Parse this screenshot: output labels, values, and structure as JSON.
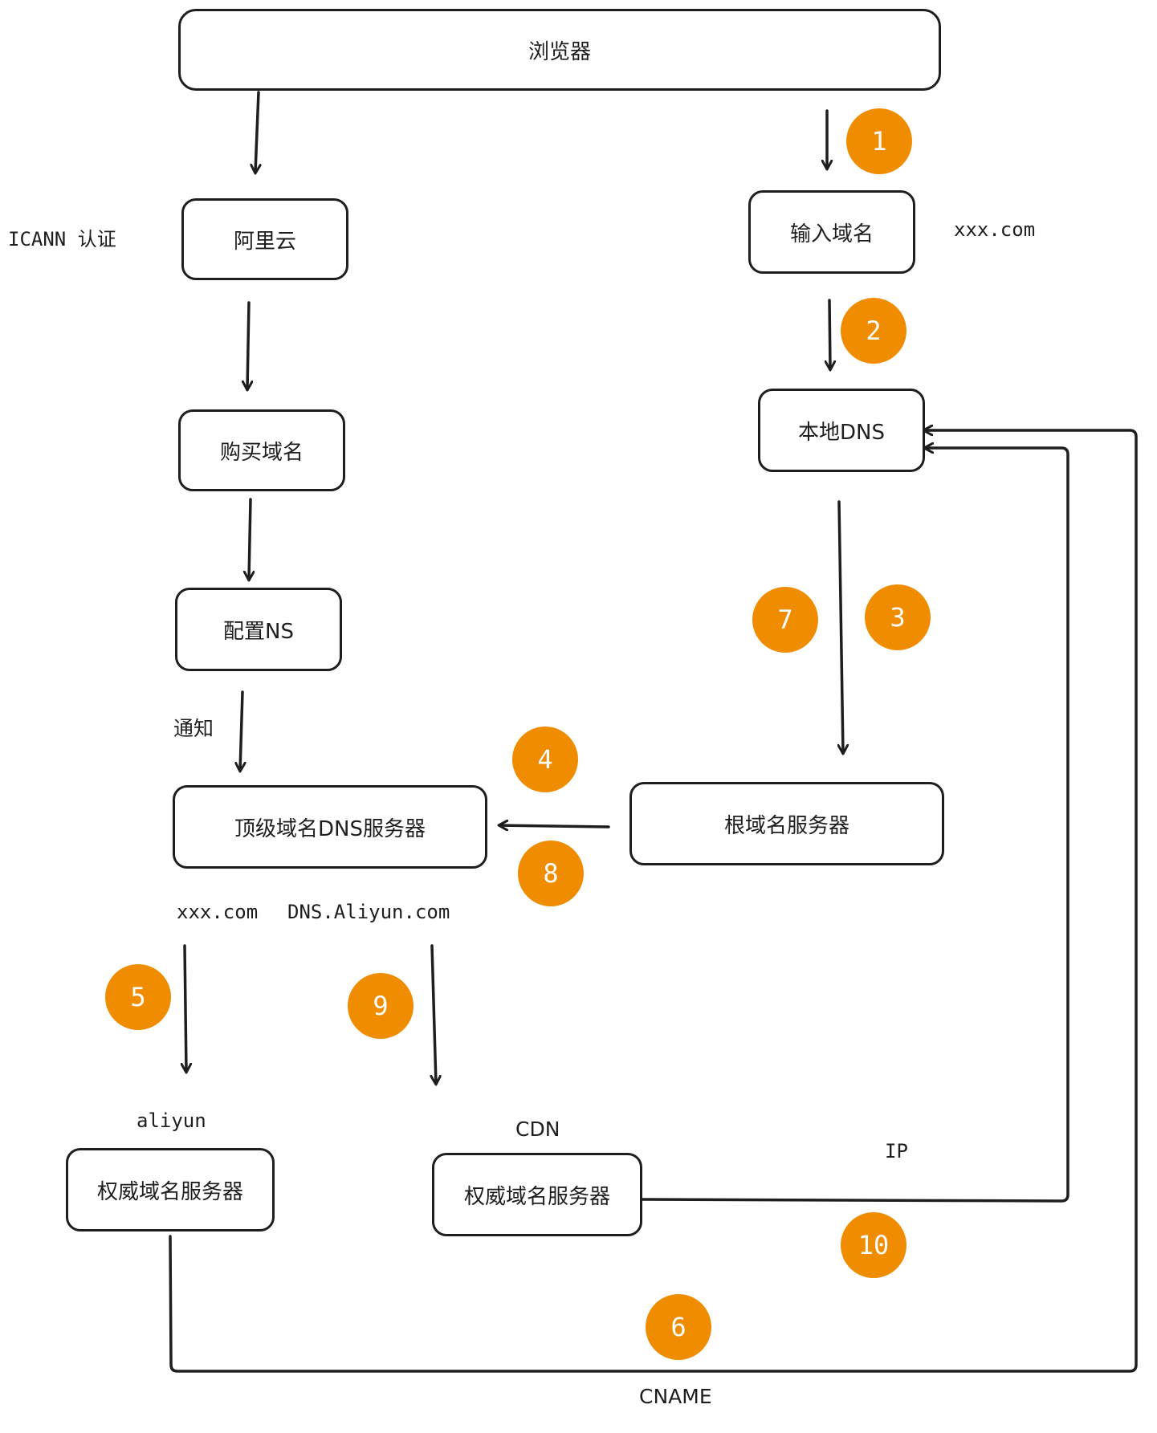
{
  "nodes": {
    "browser": "浏览器",
    "aliyun": "阿里云",
    "buy_domain": "购买域名",
    "config_ns": "配置NS",
    "tld_dns": "顶级域名DNS服务器",
    "input_domain": "输入域名",
    "local_dns": "本地DNS",
    "root_server": "根域名服务器",
    "auth_server_aliyun": "权威域名服务器",
    "auth_server_cdn": "权威域名服务器"
  },
  "labels": {
    "icann": "ICANN 认证",
    "xxx_right": "xxx.com",
    "notify": "通知",
    "xxx_bottom": "xxx.com",
    "dns_aliyun": "DNS.Aliyun.com",
    "aliyun": "aliyun",
    "cdn": "CDN",
    "ip": "IP",
    "cname": "CNAME"
  },
  "steps": [
    "1",
    "2",
    "3",
    "4",
    "5",
    "6",
    "7",
    "8",
    "9",
    "10"
  ],
  "colors": {
    "badge": "#f08c00",
    "stroke": "#1e1e1e"
  }
}
